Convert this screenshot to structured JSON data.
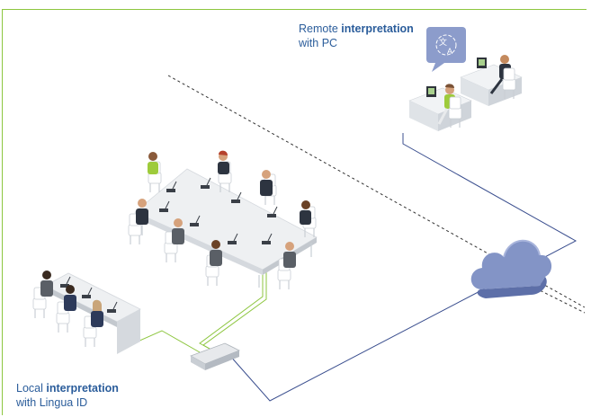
{
  "remote": {
    "line1_prefix": "Remote ",
    "line1_bold": "interpretation",
    "line2": "with PC"
  },
  "local": {
    "line1_prefix": "Local ",
    "line1_bold": "interpretation",
    "line2": "with Lingua ID"
  },
  "colors": {
    "frame": "#8dc63f",
    "caption": "#2b5d9b",
    "network_line": "#3b4f8f",
    "audio_line": "#8dc63f",
    "cloud": "#7d8fc2",
    "speech_bubble": "#8c9ccb",
    "table": "#eef0f2"
  },
  "icons": {
    "cloud": "cloud-icon",
    "translate": "translate-bubble-icon",
    "hub": "central-unit-icon"
  }
}
